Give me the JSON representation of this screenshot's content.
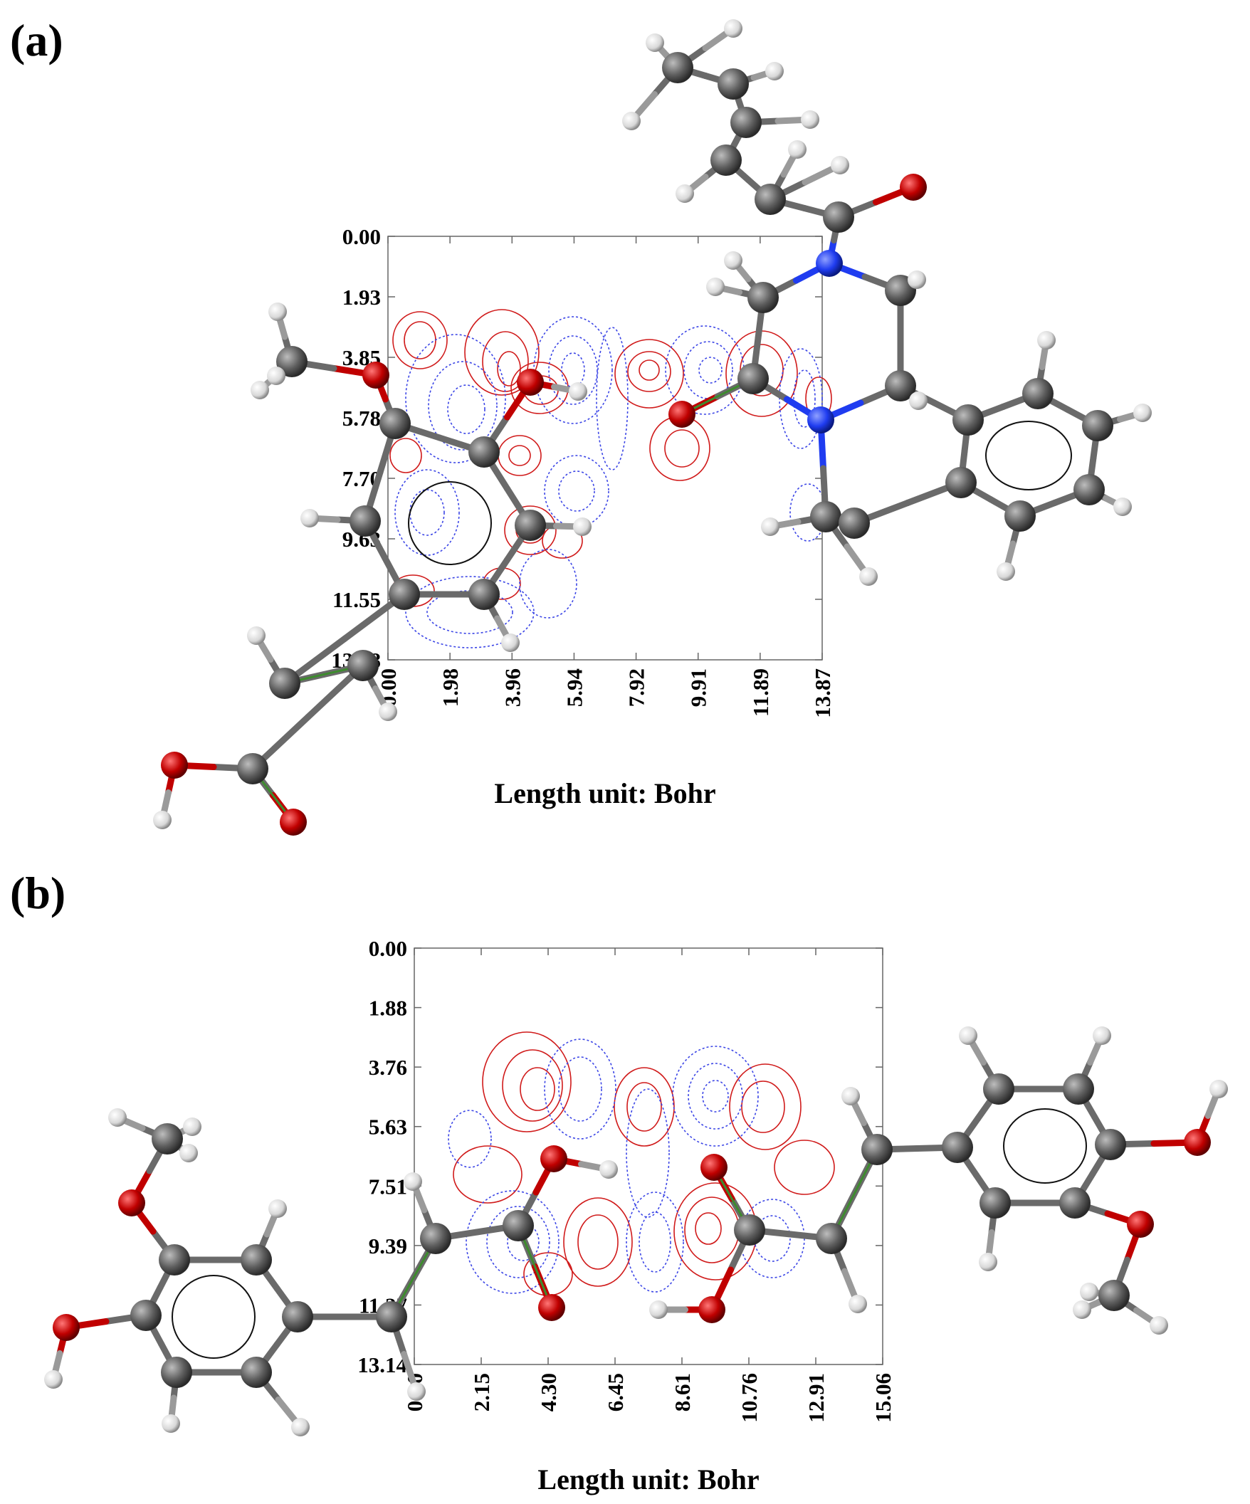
{
  "panels": [
    {
      "label": "(a)",
      "xlabel": "Length unit: Bohr",
      "yticks": [
        "0.00",
        "1.93",
        "3.85",
        "5.78",
        "7.70",
        "9.63",
        "11.55",
        "13.48"
      ],
      "xticks": [
        "0.00",
        "1.98",
        "3.96",
        "5.94",
        "7.92",
        "9.91",
        "11.89",
        "13.87"
      ],
      "colors": {
        "positive": "#d01a1a",
        "negative": "#3c46e6",
        "carbon": "#5e5e5e",
        "oxygen": "#c00000",
        "nitrogen": "#1f3cf0",
        "hydrogen": "#e8e8e8"
      }
    },
    {
      "label": "(b)",
      "xlabel": "Length unit: Bohr",
      "yticks": [
        "0.00",
        "1.88",
        "3.76",
        "5.63",
        "7.51",
        "9.39",
        "11.27",
        "13.14"
      ],
      "xticks": [
        "0.00",
        "2.15",
        "4.30",
        "6.45",
        "8.61",
        "10.76",
        "12.91",
        "15.06"
      ],
      "colors": {
        "positive": "#d01a1a",
        "negative": "#3c46e6",
        "carbon": "#5e5e5e",
        "oxygen": "#c00000",
        "nitrogen": "#1f3cf0",
        "hydrogen": "#e8e8e8"
      }
    }
  ]
}
